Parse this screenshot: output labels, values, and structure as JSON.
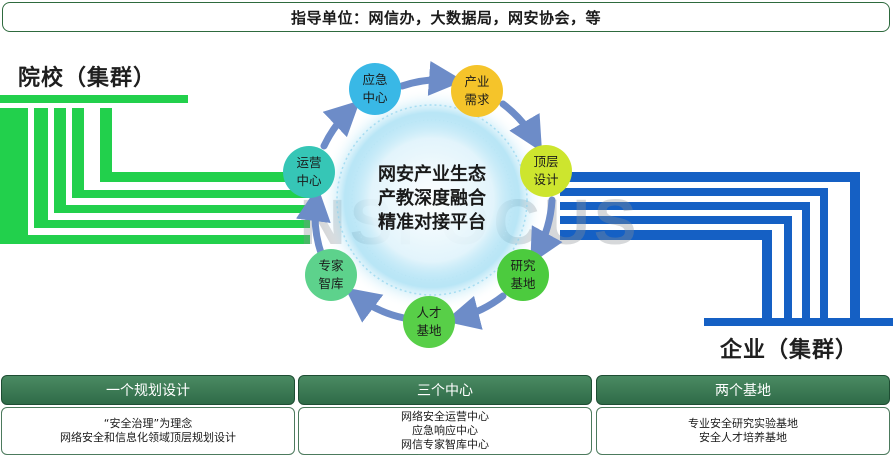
{
  "banner": {
    "text": "指导单位：网信办，大数据局，网安协会，等"
  },
  "clusters": {
    "left": "院校（集群）",
    "right": "企业（集群）"
  },
  "watermark": "NSFOCUS",
  "center": {
    "lines": [
      "网安产业生态",
      "产教深度融合",
      "精准对接平台"
    ]
  },
  "nodes": [
    {
      "id": "emergency",
      "line1": "应急",
      "line2": "中心",
      "color": "#39b8e6"
    },
    {
      "id": "industry",
      "line1": "产业",
      "line2": "需求",
      "color": "#f5c42a"
    },
    {
      "id": "top-design",
      "line1": "顶层",
      "line2": "设计",
      "color": "#cde52e"
    },
    {
      "id": "research",
      "line1": "研究",
      "line2": "基地",
      "color": "#4ccb3e"
    },
    {
      "id": "talent",
      "line1": "人才",
      "line2": "基地",
      "color": "#58cf48"
    },
    {
      "id": "experts",
      "line1": "专家",
      "line2": "智库",
      "color": "#5dd28c"
    },
    {
      "id": "operations",
      "line1": "运营",
      "line2": "中心",
      "color": "#36c6b6"
    }
  ],
  "cards": [
    {
      "title": "一个规划设计",
      "lines": [
        "“安全治理”为理念",
        "网络安全和信息化领域顶层规划设计"
      ]
    },
    {
      "title": "三个中心",
      "lines": [
        "网络安全运营中心",
        "应急响应中心",
        "网信专家智库中心"
      ]
    },
    {
      "title": "两个基地",
      "lines": [
        "专业安全研究实验基地",
        "安全人才培养基地"
      ]
    }
  ],
  "colors": {
    "green": "#22d04c",
    "blue": "#1560c4",
    "arrow": "#6d8cc8"
  }
}
